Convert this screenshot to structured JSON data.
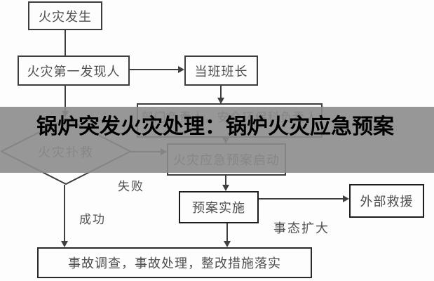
{
  "overlay": {
    "title": "锅炉突发火灾处理：锅炉火灾应急预案",
    "band_color": "#979797",
    "title_color": "#000000"
  },
  "flowchart": {
    "colors": {
      "background": "#fdfdfd",
      "connector_line": "#3f3f3f",
      "box_border": "#3d3d3d",
      "box_text": "#4f4f4f"
    },
    "nodes": {
      "fire_occurrence": {
        "label": "火灾发生",
        "shape": "rect"
      },
      "first_discoverer": {
        "label": "火灾第一发现人",
        "shape": "rect"
      },
      "shift_leader": {
        "label": "当班班长",
        "shape": "rect"
      },
      "department_heads": {
        "label": "部门负责人，安全环保科负责人",
        "shape": "rect"
      },
      "firefighting": {
        "label": "火灾扑救",
        "shape": "diamond"
      },
      "plan_activation": {
        "label": "火灾应急预案启动",
        "shape": "rect"
      },
      "plan_implementation": {
        "label": "预案实施",
        "shape": "rect"
      },
      "external_rescue": {
        "label": "外部救援",
        "shape": "rect"
      },
      "accident_followup": {
        "label": "事故调查，事故处理，整改措施落实",
        "shape": "rect"
      }
    },
    "edge_labels": {
      "failure": "失败",
      "success": "成功",
      "escalation": "事态扩大"
    }
  }
}
